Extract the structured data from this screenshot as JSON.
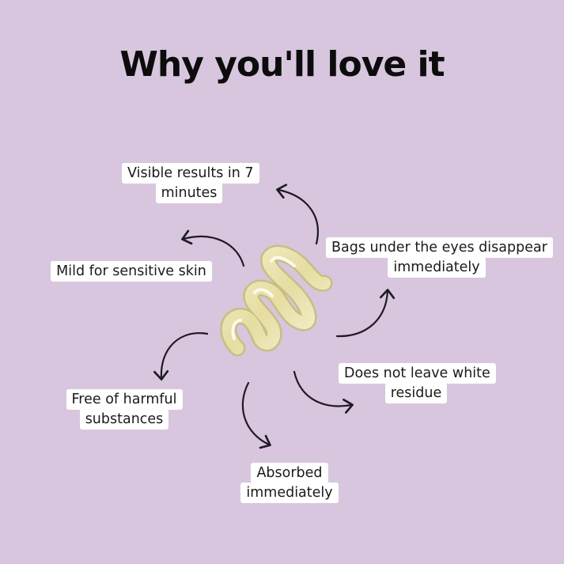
{
  "title": "Why you'll love it",
  "benefits": [
    {
      "line1": "Visible results in 7",
      "line2": "minutes"
    },
    {
      "line1": "Bags under the eyes disappear",
      "line2": "immediately"
    },
    {
      "line1": "Mild for sensitive skin"
    },
    {
      "line1": "Free of harmful",
      "line2": "substances"
    },
    {
      "line1": "Does not leave white",
      "line2": "residue"
    },
    {
      "line1": "Absorbed",
      "line2": "immediately"
    }
  ],
  "colors": {
    "background": "#d8c6de",
    "label_background": "#ffffff",
    "arrow": "#1f1a24",
    "cream": "#ece6b8"
  }
}
